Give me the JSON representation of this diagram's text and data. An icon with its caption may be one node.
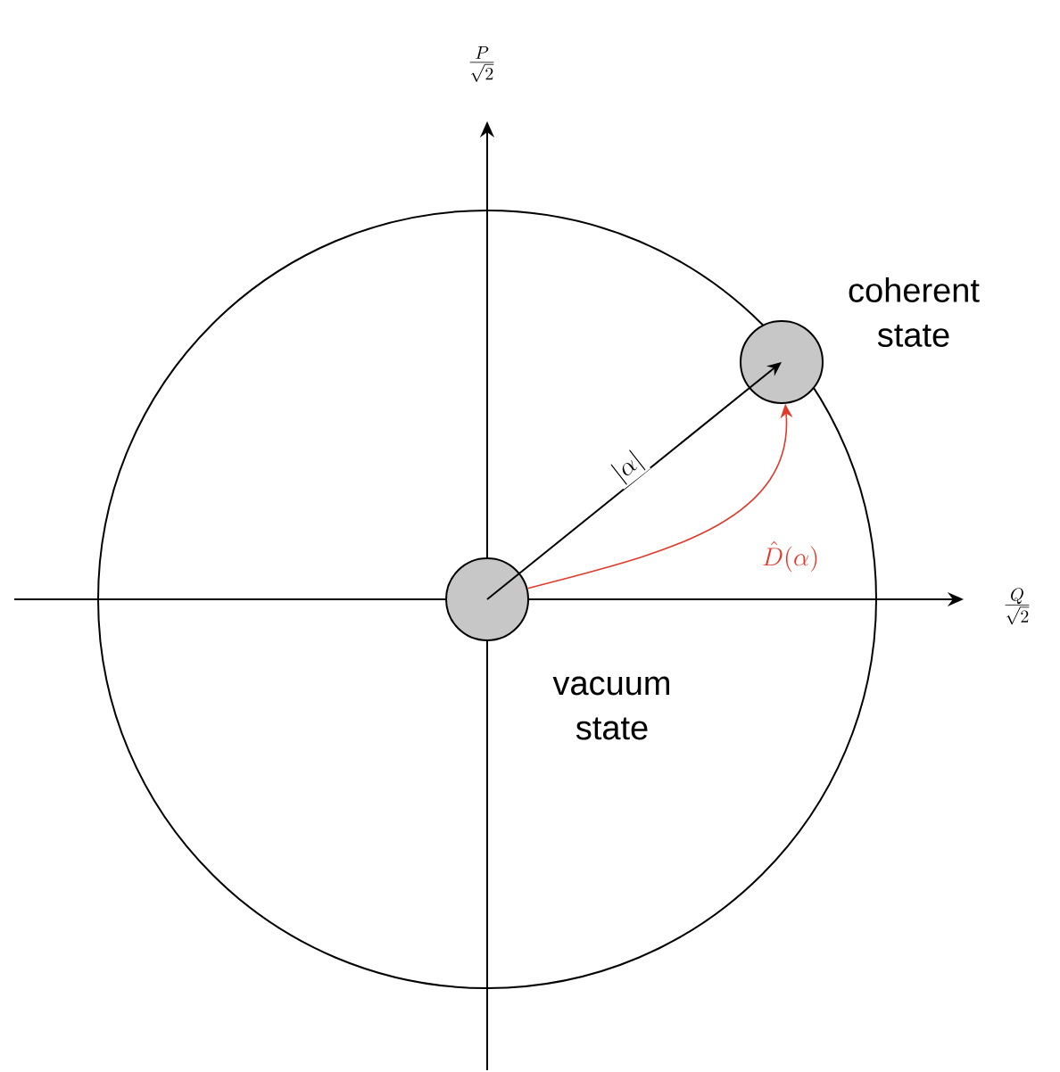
{
  "diagram": {
    "nodes": [
      {
        "text": [],
        "shape": "circle",
        "beside": [
          "vacuum state"
        ]
      },
      {
        "text": [],
        "shape": "circle",
        "beside": [
          "coherent state"
        ]
      }
    ],
    "edges": [
      {
        "from": 0,
        "to": 1,
        "arrow": "to",
        "label": "|\\alpha|"
      },
      {
        "from": 0,
        "to": 1,
        "arrow": "to",
        "label": "\\hat{D}(\\alpha)",
        "color": "#e03a2a"
      }
    ],
    "labels": [
      "\\frac{P}{\\sqrt{2}}",
      "\\frac{Q}{\\sqrt{2}}"
    ]
  }
}
